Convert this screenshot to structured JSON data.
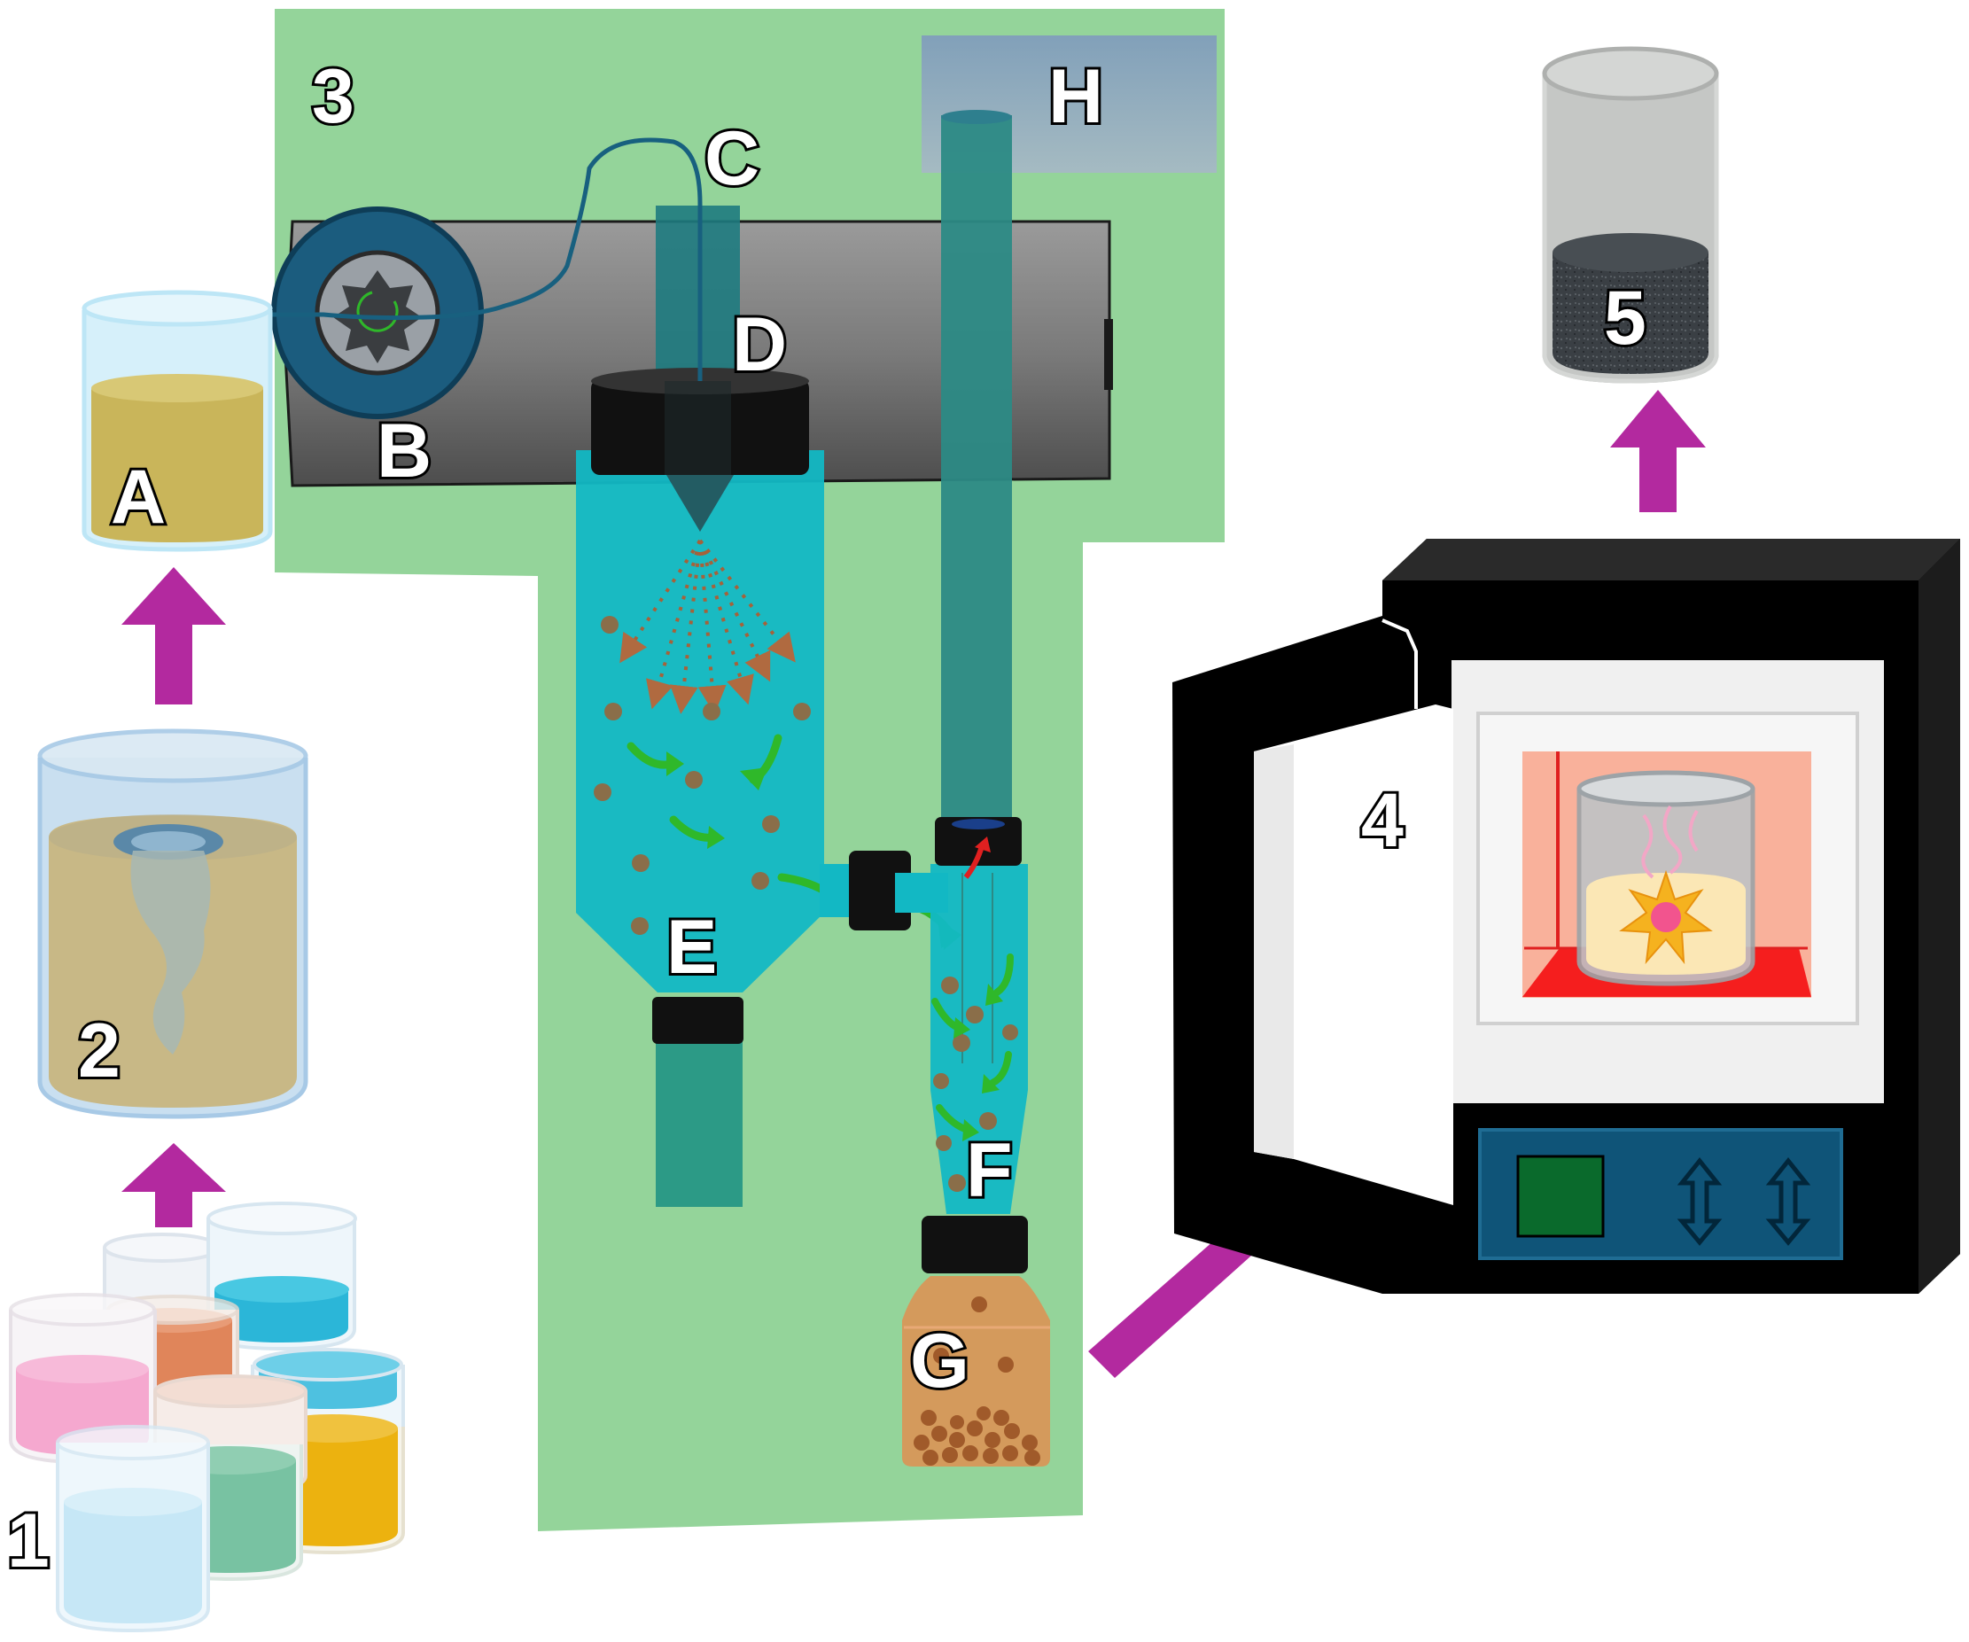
{
  "labels": {
    "step1": "1",
    "step2": "2",
    "step3": "3",
    "step4": "4",
    "step5": "5",
    "A": "A",
    "B": "B",
    "C": "C",
    "D": "D",
    "E": "E",
    "F": "F",
    "G": "G",
    "H": "H"
  },
  "colors": {
    "spray_dryer_panel": "#94d49a",
    "process_arrow": "#b3299f",
    "flow_arrow": "#2fb82a",
    "chamber_liquid": "#12b8c4",
    "feed_solution": "#c9b55a",
    "furnace_body": "#000000",
    "furnace_display": "#0f5478",
    "product_powder": "#3c4247"
  }
}
